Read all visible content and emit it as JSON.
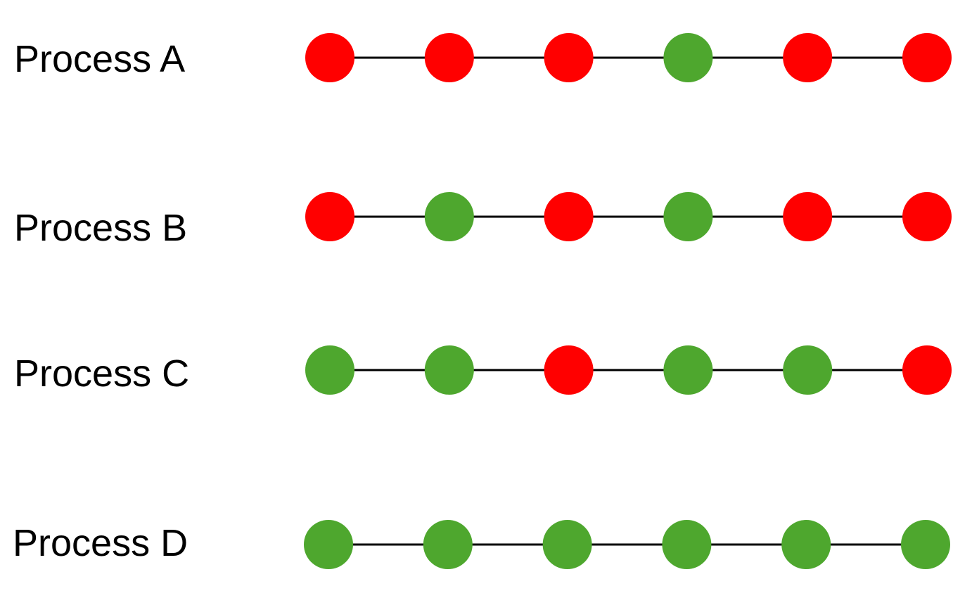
{
  "colors": {
    "fail": "#ff0000",
    "pass": "#4ea72e",
    "line": "#000000"
  },
  "processes": [
    {
      "label": "Process A",
      "steps": [
        "fail",
        "fail",
        "fail",
        "pass",
        "fail",
        "fail"
      ]
    },
    {
      "label": "Process B",
      "steps": [
        "fail",
        "pass",
        "fail",
        "pass",
        "fail",
        "fail"
      ]
    },
    {
      "label": "Process C",
      "steps": [
        "pass",
        "pass",
        "fail",
        "pass",
        "pass",
        "fail"
      ]
    },
    {
      "label": "Process D",
      "steps": [
        "pass",
        "pass",
        "pass",
        "pass",
        "pass",
        "pass"
      ]
    }
  ]
}
